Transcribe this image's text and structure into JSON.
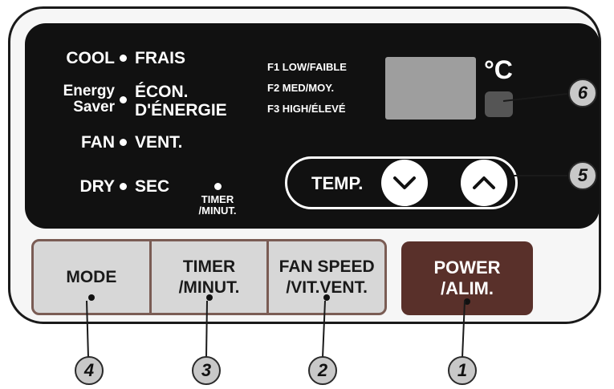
{
  "modes": {
    "cool": "COOL",
    "cool_fr": "FRAIS",
    "energy_saver": "Energy Saver",
    "energy_saver_fr": "ÉCON. D'ÉNERGIE",
    "fan": "FAN",
    "fan_fr": "VENT.",
    "dry": "DRY",
    "dry_fr": "SEC"
  },
  "timer_indicator": "TIMER /MINUT.",
  "fan_speed_levels": [
    "F1 LOW/FAIBLE",
    "F2 MED/MOY.",
    "F3 HIGH/ÉLEVÉ"
  ],
  "unit": "°C",
  "temp_label": "TEMP.",
  "buttons": {
    "mode": "MODE",
    "timer": "TIMER /MINUT.",
    "fan_speed": "FAN SPEED /VIT.VENT.",
    "power": "POWER /ALIM."
  },
  "callouts": [
    "1",
    "2",
    "3",
    "4",
    "5",
    "6"
  ],
  "colors": {
    "panel": "#111111",
    "button_group": "#d7d7d7",
    "power_button": "#59302a",
    "display": "#9e9e9e"
  }
}
